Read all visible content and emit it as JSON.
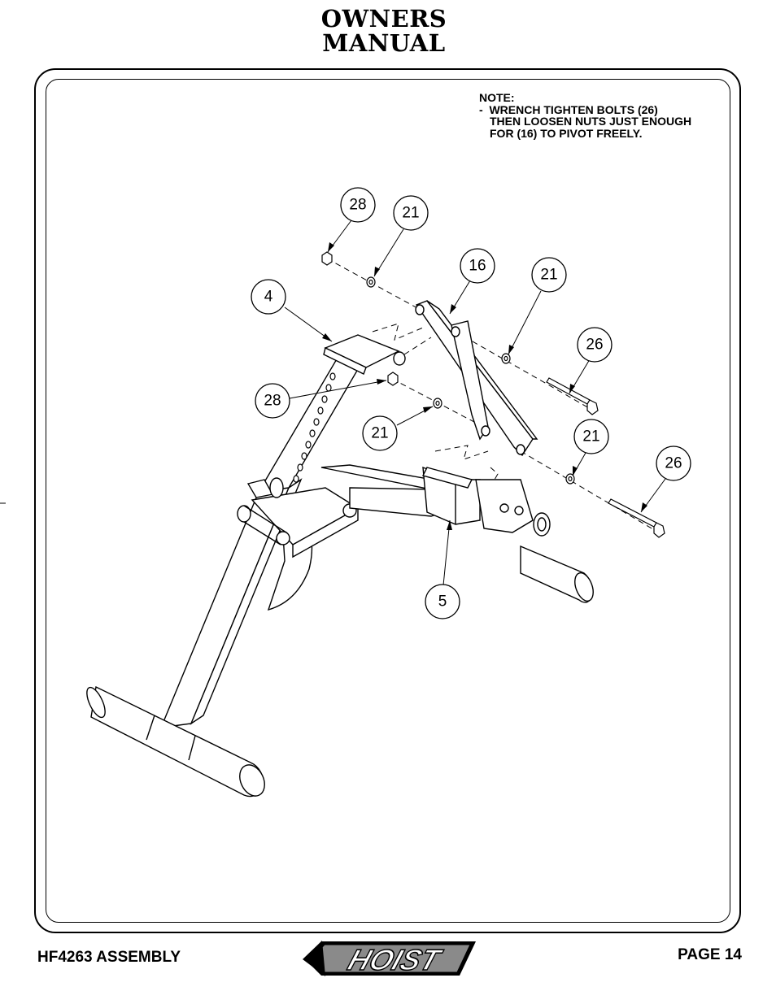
{
  "header": {
    "title_line1": "OWNERS",
    "title_line2": "MANUAL"
  },
  "note": {
    "heading": "NOTE:",
    "line1": "-  WRENCH TIGHTEN BOLTS (26)",
    "line2": "THEN LOOSEN NUTS JUST ENOUGH",
    "line3": "FOR (16) TO PIVOT FREELY."
  },
  "callouts": {
    "c28_top": "28",
    "c21_top": "21",
    "c16": "16",
    "c21_right": "21",
    "c4": "4",
    "c26_upper": "26",
    "c28_left": "28",
    "c21_mid": "21",
    "c21_low": "21",
    "c26_lower": "26",
    "c5": "5"
  },
  "footer": {
    "model": "HF4263 ASSEMBLY",
    "page": "PAGE 14",
    "logo": "HOIST"
  }
}
